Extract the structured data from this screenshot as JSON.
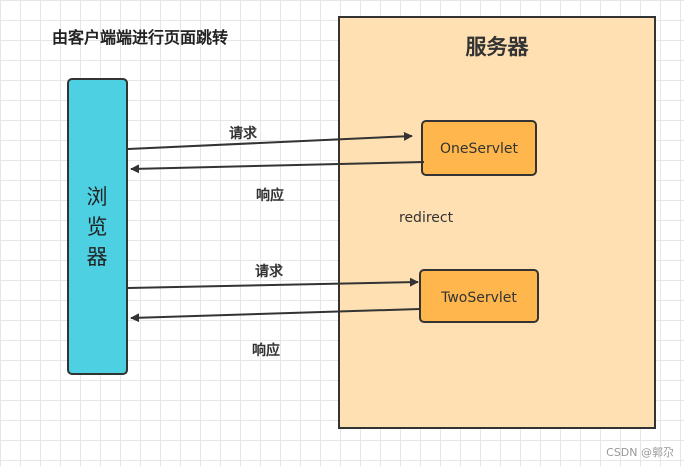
{
  "title": "由客户端端进行页面跳转",
  "server": {
    "label": "服务器"
  },
  "browser": {
    "label": [
      "浏",
      "览",
      "器"
    ]
  },
  "nodes": [
    {
      "id": "one",
      "label": "OneServlet"
    },
    {
      "id": "two",
      "label": "TwoServlet"
    }
  ],
  "edges": [
    {
      "from": "browser",
      "to": "one",
      "label": "请求"
    },
    {
      "from": "one",
      "to": "browser",
      "label": "响应"
    },
    {
      "from": "browser",
      "to": "two",
      "label": "请求"
    },
    {
      "from": "two",
      "to": "browser",
      "label": "响应"
    }
  ],
  "note": "redirect",
  "watermark": "CSDN @郭尕",
  "colors": {
    "browser_fill": "#4dd0e1",
    "server_fill": "#ffe0b2",
    "servlet_fill": "#ffb74d",
    "stroke": "#333333"
  }
}
